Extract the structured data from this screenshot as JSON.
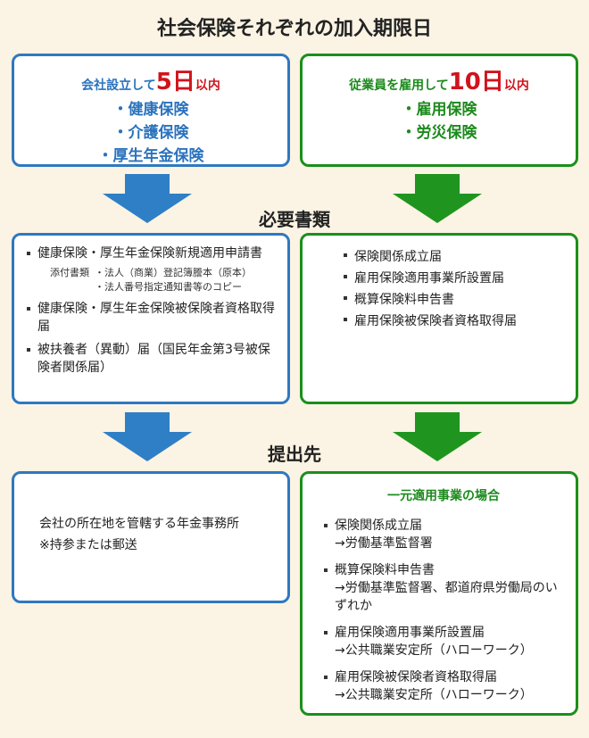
{
  "title": "社会保険それぞれの加入期限日",
  "colors": {
    "blue": "#2f78c0",
    "green": "#1b8f1b",
    "red": "#d0141c",
    "background": "#fbf3e3"
  },
  "top_left": {
    "prefix": "会社設立して",
    "number": "5日",
    "suffix": "以内",
    "items": [
      "健康保険",
      "介護保険",
      "厚生年金保険"
    ]
  },
  "top_right": {
    "prefix": "従業員を雇用して",
    "number": "10日",
    "suffix": "以内",
    "items": [
      "雇用保険",
      "労災保険"
    ]
  },
  "required_docs_label": "必要書類",
  "docs_left": {
    "item1": "健康保険・厚生年金保険新規適用申請書",
    "attach_label": "添付書類",
    "attach_items": [
      "・法人（商業）登記簿謄本（原本）",
      "・法人番号指定通知書等のコピー"
    ],
    "item2": "健康保険・厚生年金保険被保険者資格取得届",
    "item3": "被扶養者（異動）届（国民年金第3号被保険者関係届）"
  },
  "docs_right": {
    "items": [
      "保険関係成立届",
      "雇用保険適用事業所設置届",
      "概算保険料申告書",
      "雇用保険被保険者資格取得届"
    ]
  },
  "submit_label": "提出先",
  "submit_left": {
    "line1": "会社の所在地を管轄する年金事務所",
    "line2": "※持参または郵送"
  },
  "submit_right": {
    "heading": "一元適用事業の場合",
    "items": [
      {
        "doc": "保険関係成立届",
        "dest": "→労働基準監督署"
      },
      {
        "doc": "概算保険料申告書",
        "dest": "→労働基準監督署、都道府県労働局のいずれか"
      },
      {
        "doc": "雇用保険適用事業所設置届",
        "dest": "→公共職業安定所（ハローワーク）"
      },
      {
        "doc": "雇用保険被保険者資格取得届",
        "dest": "→公共職業安定所（ハローワーク）"
      }
    ]
  }
}
